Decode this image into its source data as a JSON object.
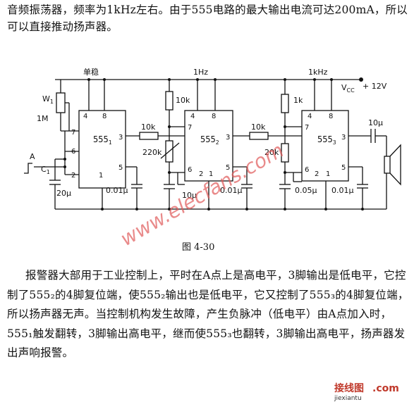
{
  "text": {
    "top_paragraph": "音频振荡器，频率为1kHz左右。由于555电路的最大输出电流可达200mA，所以可以直接推动扬声器。",
    "bottom_paragraph": "报警器大部用于工业控制上，平时在A点上是高电平，3脚输出是低电平，它控制了555₂的4脚复位端，使555₂输出也是低电平，它又控制了555₃的4脚复位端，所以扬声器无声。当控制机构发生故障，产生负脉冲（低电平）由A点加入时，555₁触发翻转，3脚输出高电平，继而使555₃也翻转，3脚输出高电平，扬声器发出声响报警。",
    "figure_caption": "图 4-30"
  },
  "labels": {
    "mono": "单稳",
    "freq_1hz": "1Hz",
    "freq_1khz": "1kHz",
    "vcc": "V",
    "vcc_sub": "CC",
    "vcc_value": "+ 12V",
    "w1": "W",
    "w1_sub": "1",
    "r_1m": "1M",
    "point_a": "A",
    "c1": "C",
    "c1_sub": "1",
    "c_20u": "20μ",
    "chip1": "555",
    "chip1_sub": "1",
    "chip2": "555",
    "chip2_sub": "2",
    "chip3": "555",
    "chip3_sub": "3",
    "r_10k_a": "10k",
    "r_10k_b": "10k",
    "r_10k_c": "10k",
    "r_220k": "220k",
    "r_1k": "1k",
    "r_20k": "20k",
    "c_10u_a": "10μ",
    "c_10u_b": "10μ",
    "c_001_a": "0.01μ",
    "c_001_b": "0.01μ",
    "c_001_c": "0.01μ",
    "c_005": "0.05μ",
    "p4": "4",
    "p8": "8",
    "p7": "7",
    "p6": "6",
    "p2": "2",
    "p1": "1",
    "p3": "3",
    "p5": "5"
  },
  "watermark": {
    "diag": "www.elecfans.com",
    "brand": "接线图",
    "domain": ".com",
    "site": "jiexiantu"
  },
  "colors": {
    "ink": "#111111",
    "watermark": "#e05a5a",
    "background": "#ffffff"
  }
}
